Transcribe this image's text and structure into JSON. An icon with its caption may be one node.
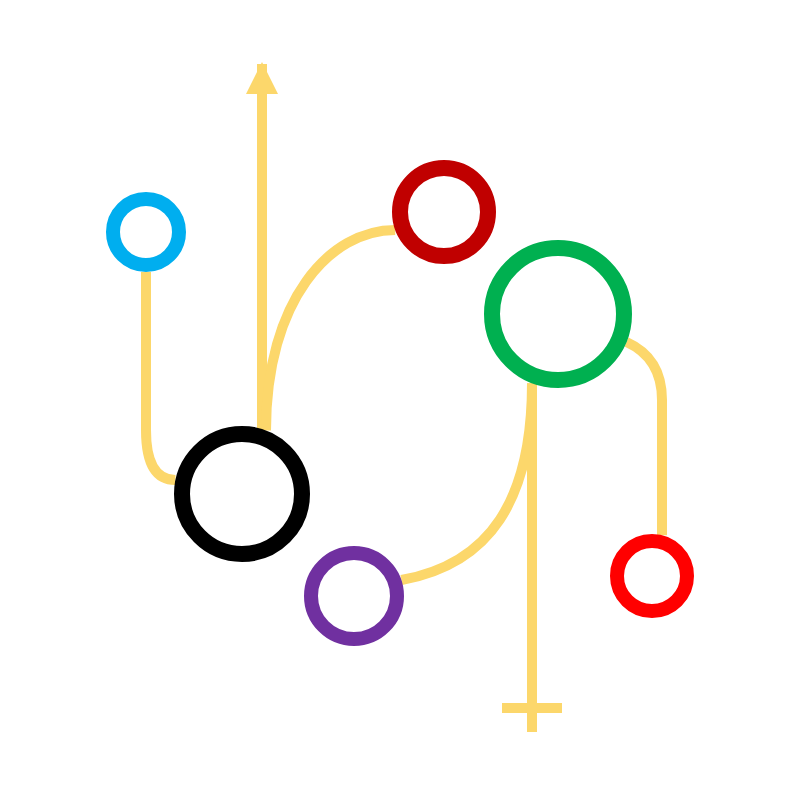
{
  "diagram": {
    "nodes": [
      {
        "text": [],
        "shape": "circle"
      },
      {
        "text": [],
        "shape": "circle"
      },
      {
        "text": [],
        "shape": "circle"
      },
      {
        "text": [],
        "shape": "circle"
      },
      {
        "text": [],
        "shape": "circle"
      },
      {
        "text": [],
        "shape": "circle"
      }
    ],
    "edges": [
      {
        "from": 0,
        "to": 1,
        "arrow": "none"
      },
      {
        "from": 1,
        "to": null,
        "arrow": "to"
      },
      {
        "from": 1,
        "to": 3,
        "arrow": "none"
      },
      {
        "from": 2,
        "to": 4,
        "arrow": "none"
      },
      {
        "from": 4,
        "to": 5,
        "arrow": "none"
      },
      {
        "from": 4,
        "to": null,
        "arrow": "other"
      }
    ]
  }
}
